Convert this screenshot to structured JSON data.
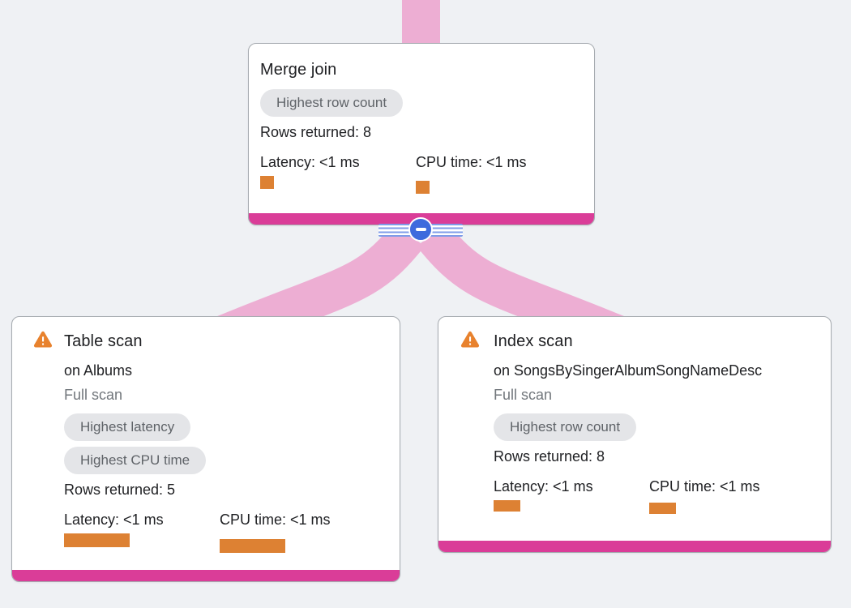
{
  "view": {
    "name": "Query plan graph",
    "background_color": "#eff1f4",
    "edge_color": "#edaed3",
    "accent_bar_color": "#da3d98",
    "metric_bar_color": "#dd8133",
    "badge_bg_color": "#e4e5e8",
    "collapse_button_color": "#3e6add"
  },
  "icons": {
    "warning-icon": "orange-triangle-exclamation",
    "collapse-icon": "blue-minus-circle"
  },
  "nodes": [
    {
      "id": "merge-join",
      "title": "Merge join",
      "badges": [
        "Highest row count"
      ],
      "rows_returned": "Rows returned: 8",
      "metrics": {
        "latency": "Latency: <1 ms",
        "cpu": "CPU time: <1 ms"
      }
    },
    {
      "id": "table-scan",
      "title": "Table scan",
      "subtitle": "on Albums",
      "scan_type": "Full scan",
      "badges": [
        "Highest latency",
        "Highest CPU time"
      ],
      "rows_returned": "Rows returned: 5",
      "metrics": {
        "latency": "Latency: <1 ms",
        "cpu": "CPU time: <1 ms"
      }
    },
    {
      "id": "index-scan",
      "title": "Index scan",
      "subtitle": "on SongsBySingerAlbumSongNameDesc",
      "scan_type": "Full scan",
      "badges": [
        "Highest row count"
      ],
      "rows_returned": "Rows returned: 8",
      "metrics": {
        "latency": "Latency: <1 ms",
        "cpu": "CPU time: <1 ms"
      }
    }
  ]
}
